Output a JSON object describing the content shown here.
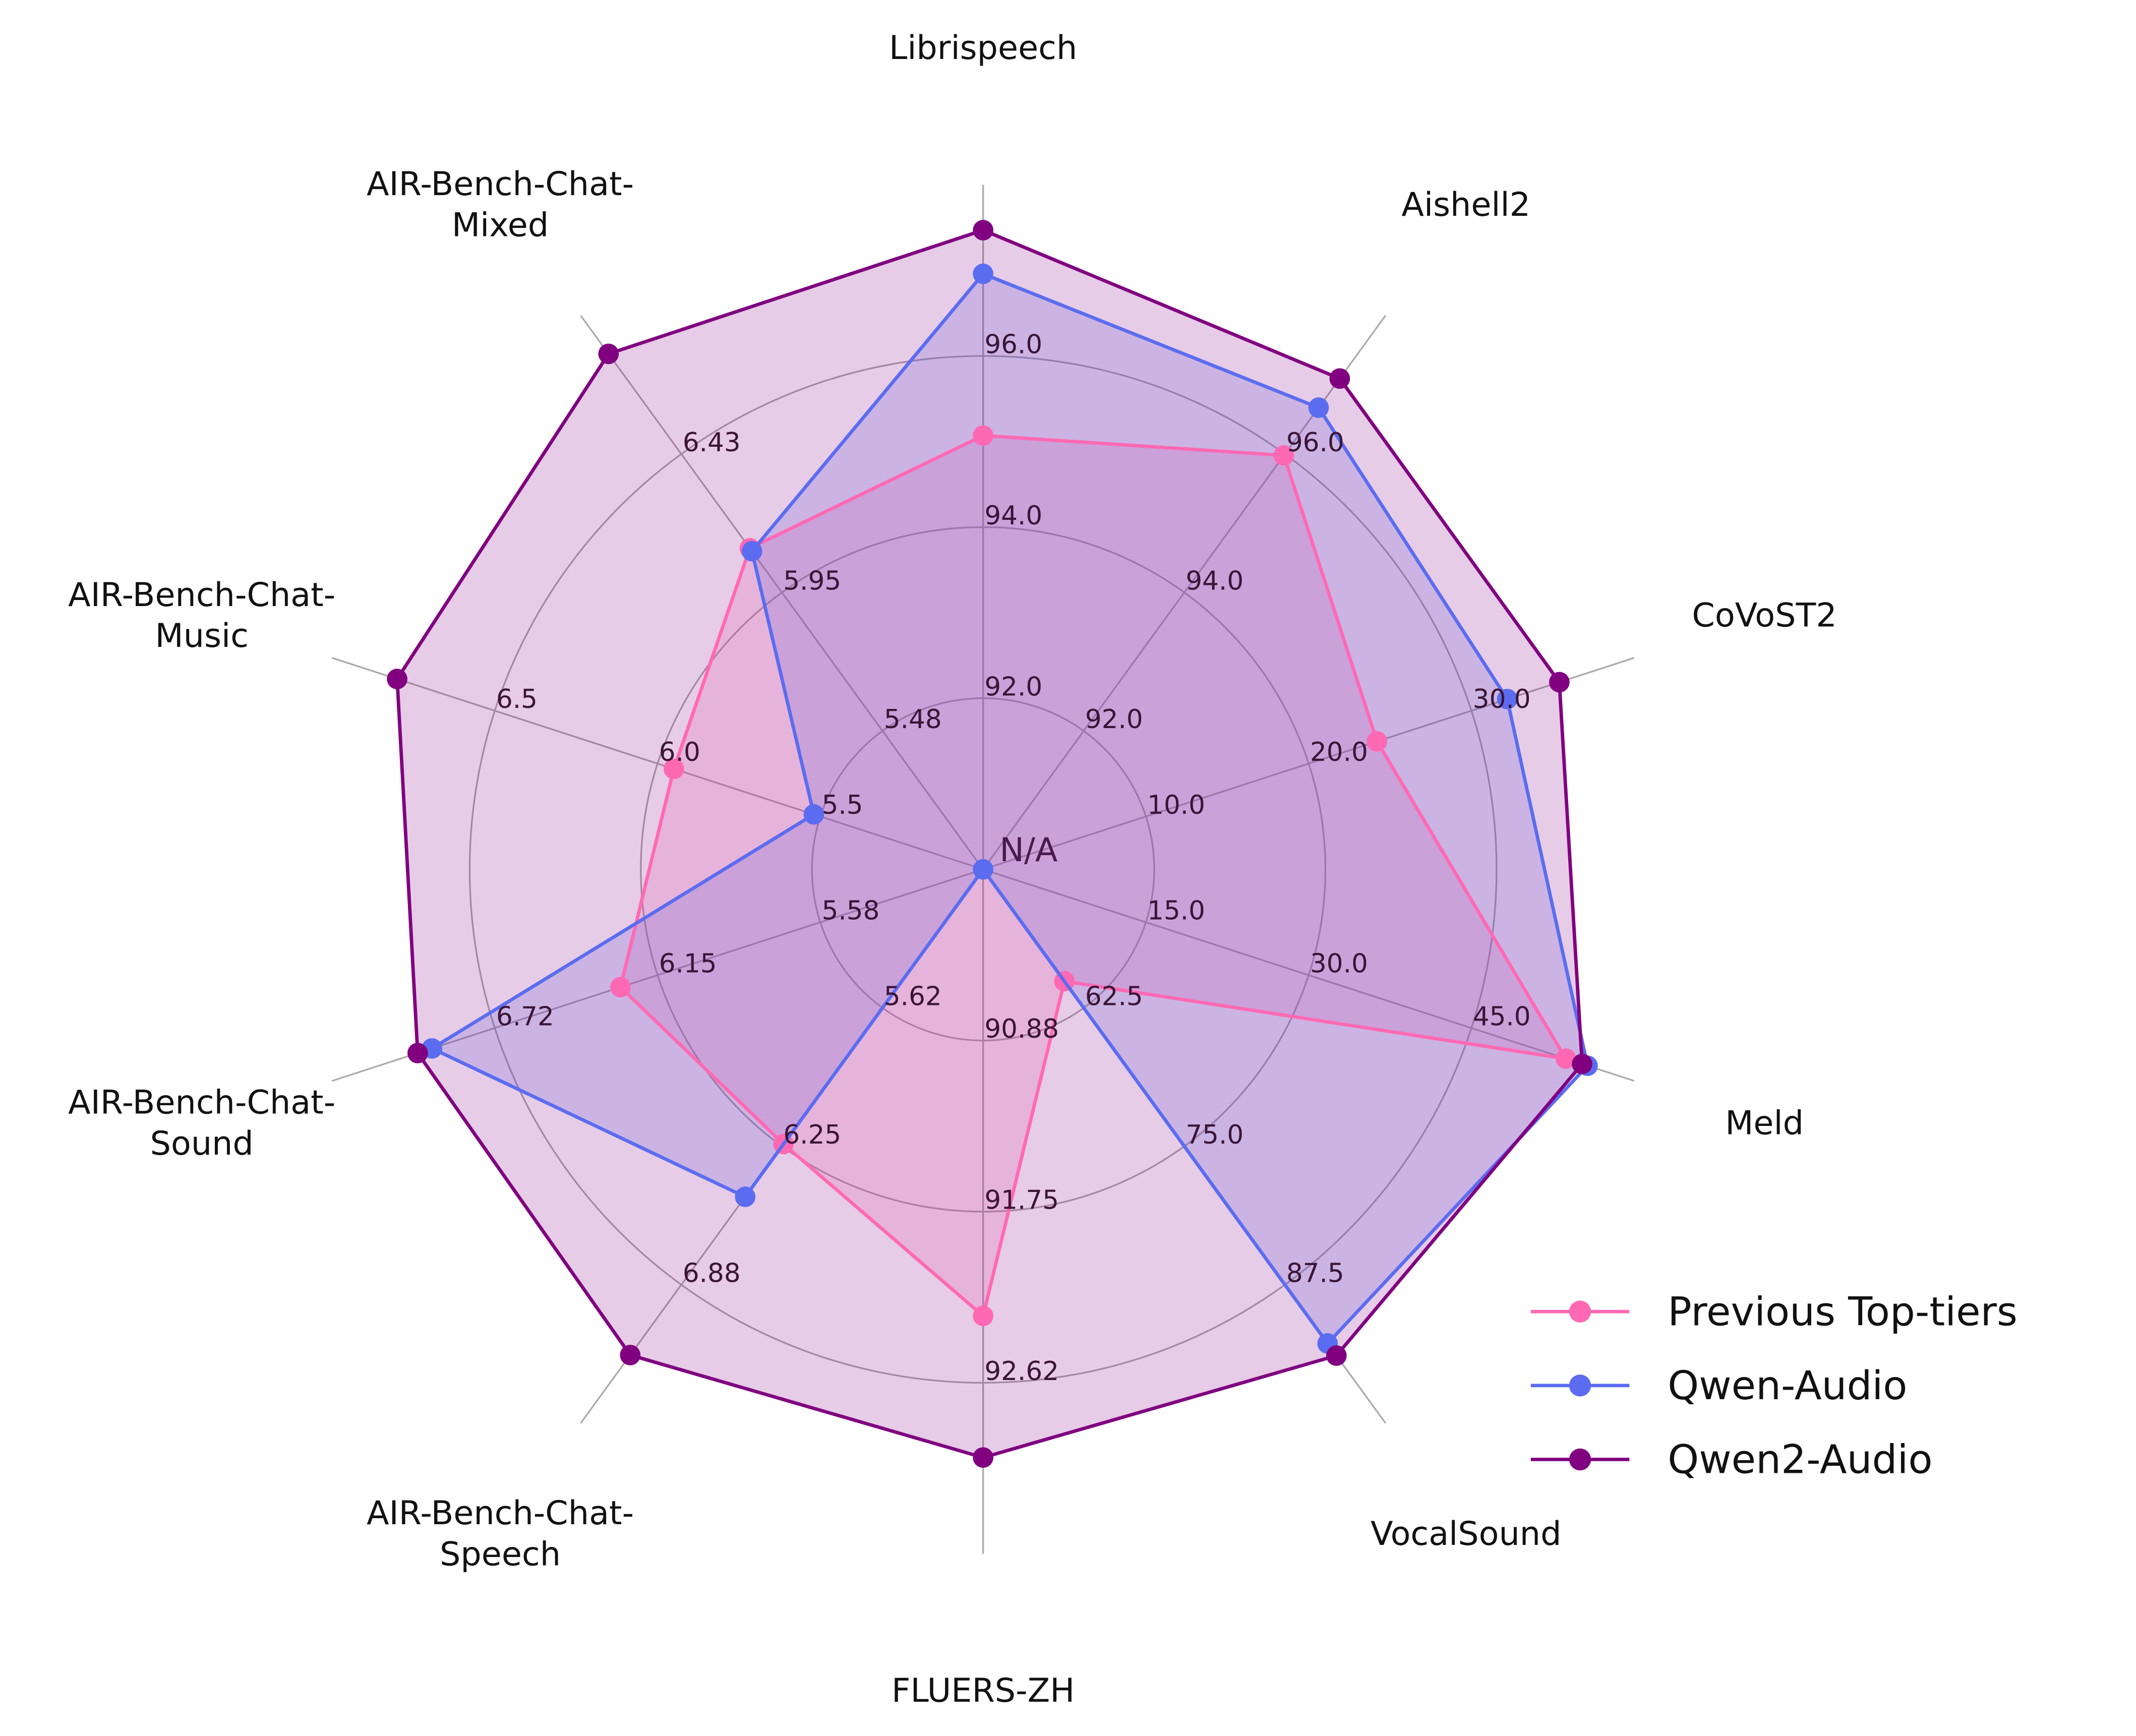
{
  "chart_data": {
    "type": "radar",
    "axes": [
      {
        "label": [
          "Librispeech"
        ],
        "ticks": [
          "92.0",
          "94.0",
          "96.0"
        ]
      },
      {
        "label": [
          "Aishell2"
        ],
        "ticks": [
          "92.0",
          "94.0",
          "96.0"
        ]
      },
      {
        "label": [
          "CoVoST2"
        ],
        "ticks": [
          "10.0",
          "20.0",
          "30.0"
        ]
      },
      {
        "label": [
          "Meld"
        ],
        "ticks": [
          "15.0",
          "30.0",
          "45.0"
        ]
      },
      {
        "label": [
          "VocalSound"
        ],
        "ticks": [
          "62.5",
          "75.0",
          "87.5"
        ]
      },
      {
        "label": [
          "FLUERS-ZH"
        ],
        "ticks": [
          "90.88",
          "91.75",
          "92.62"
        ]
      },
      {
        "label": [
          "AIR-Bench-Chat-",
          "Speech"
        ],
        "ticks": [
          "5.62",
          "6.25",
          "6.88"
        ]
      },
      {
        "label": [
          "AIR-Bench-Chat-",
          "Sound"
        ],
        "ticks": [
          "5.58",
          "6.15",
          "6.72"
        ]
      },
      {
        "label": [
          "AIR-Bench-Chat-",
          "Music"
        ],
        "ticks": [
          "5.5",
          "6.0",
          "6.5"
        ]
      },
      {
        "label": [
          "AIR-Bench-Chat-",
          "Mixed"
        ],
        "ticks": [
          "5.48",
          "5.95",
          "6.43"
        ]
      }
    ],
    "center_label": "N/A",
    "series": [
      {
        "name": "Previous Top-tiers",
        "color": "#ff69b4",
        "values": [
          95.07,
          95.98,
          24.2,
          53.7,
          60.1,
          92.28,
          6.24,
          6.28,
          5.95,
          6.1
        ]
      },
      {
        "name": "Qwen-Audio",
        "color": "#5b6cf0",
        "values": [
          96.96,
          96.67,
          32.2,
          55.7,
          92.8,
          null,
          6.48,
          6.94,
          5.52,
          6.09
        ]
      },
      {
        "name": "Qwen2-Audio",
        "color": "#800080",
        "values": [
          97.47,
          97.09,
          35.4,
          55.2,
          93.9,
          93.0,
          7.2,
          6.99,
          6.8,
          6.76
        ]
      }
    ],
    "grid": true,
    "legend_position": "bottom-right"
  }
}
